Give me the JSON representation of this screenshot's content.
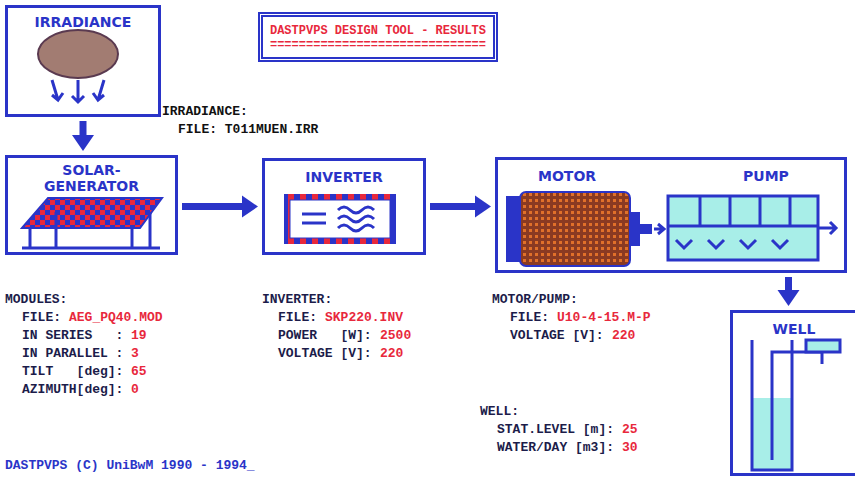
{
  "diagram": {
    "nodes": [
      {
        "text": [
          "IRRADIANCE"
        ]
      },
      {
        "text": [
          "DASTPVPS DESIGN TOOL - RESULTS",
          "=============================="
        ]
      },
      {
        "text": [
          "SOLAR- GENERATOR"
        ]
      },
      {
        "text": [
          "INVERTER"
        ]
      },
      {
        "text": [
          "MOTOR",
          "PUMP"
        ]
      },
      {
        "text": [
          "WELL"
        ]
      }
    ],
    "edges": [
      {
        "from": 0,
        "to": 2,
        "arrow": "to"
      },
      {
        "from": 2,
        "to": 3,
        "arrow": "to"
      },
      {
        "from": 3,
        "to": 4,
        "arrow": "to"
      },
      {
        "from": 4,
        "to": 5,
        "arrow": "to"
      }
    ],
    "labels": [
      "IRRADIANCE:",
      "FILE: T011MUEN.IRR",
      "MODULES:",
      "FILE:",
      "AEG_PQ40.MOD",
      "IN SERIES   :",
      "19",
      "IN PARALLEL :",
      "3",
      "TILT   [deg]:",
      "65",
      "AZIMUTH[deg]:",
      "0",
      "INVERTER:",
      "FILE:",
      "SKP220.INV",
      "POWER   [W]:",
      "2500",
      "VOLTAGE [V]:",
      "220",
      "MOTOR/PUMP:",
      "FILE:",
      "U10-4-15.M-P",
      "VOLTAGE [V]:",
      "220",
      "WELL:",
      "STAT.LEVEL [m]:",
      "25",
      "WATER/DAY [m3]:",
      "30",
      "DASTPVPS (C) UniBwM 1990 - 1994_"
    ]
  }
}
